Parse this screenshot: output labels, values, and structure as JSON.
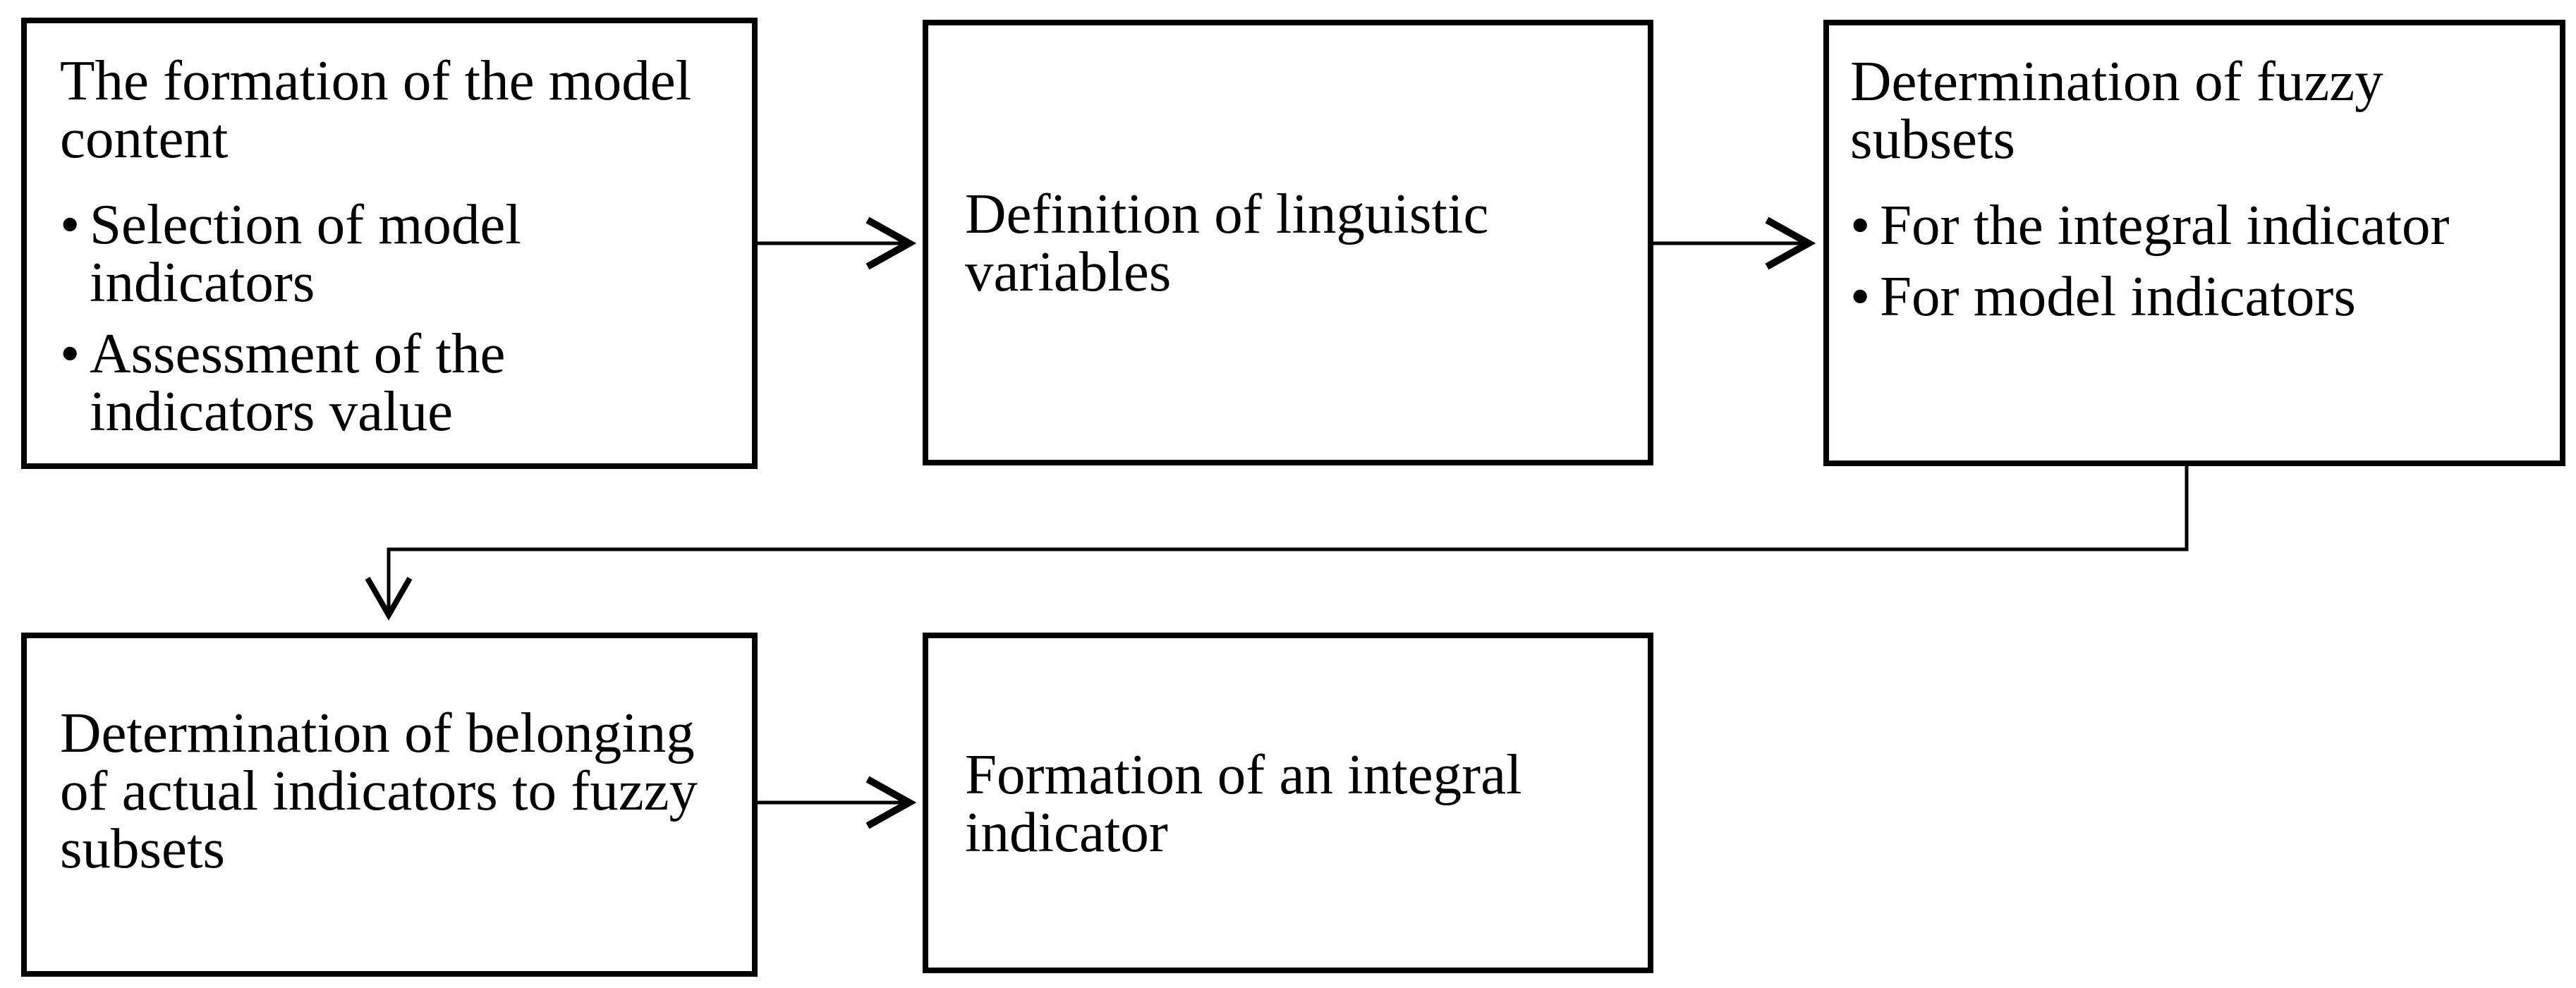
{
  "diagram": {
    "type": "flowchart",
    "colors": {
      "background": "#ffffff",
      "box_fill": "#ffffff",
      "line": "#000000",
      "text": "#000000"
    },
    "bullet_glyph": "•",
    "boxes": {
      "box1": {
        "id": "formation-of-model-content",
        "title_lines": [
          "The formation of the model",
          "content"
        ],
        "bullets": [
          {
            "lines": [
              "Selection of model",
              "indicators"
            ]
          },
          {
            "lines": [
              "Assessment of the",
              "indicators value"
            ]
          }
        ]
      },
      "box2": {
        "id": "definition-of-linguistic-variables",
        "lines": [
          "Definition of linguistic",
          "variables"
        ]
      },
      "box3": {
        "id": "determination-of-fuzzy-subsets",
        "title_lines": [
          "Determination of fuzzy",
          "subsets"
        ],
        "bullets": [
          {
            "lines": [
              "For the integral indicator"
            ]
          },
          {
            "lines": [
              "For model indicators"
            ]
          }
        ]
      },
      "box4": {
        "id": "belonging-of-actual-indicators-to-fuzzy-subsets",
        "lines": [
          "Determination of belonging",
          "of actual indicators to fuzzy",
          "subsets"
        ]
      },
      "box5": {
        "id": "formation-of-integral-indicator",
        "lines": [
          "Formation of an integral",
          "indicator"
        ]
      }
    },
    "edges": [
      {
        "from": "box1",
        "to": "box2",
        "style": "arrow-right"
      },
      {
        "from": "box2",
        "to": "box3",
        "style": "arrow-right"
      },
      {
        "from": "box3",
        "to": "box4",
        "style": "elbow-down-left-down-arrow"
      },
      {
        "from": "box4",
        "to": "box5",
        "style": "arrow-right"
      }
    ]
  }
}
